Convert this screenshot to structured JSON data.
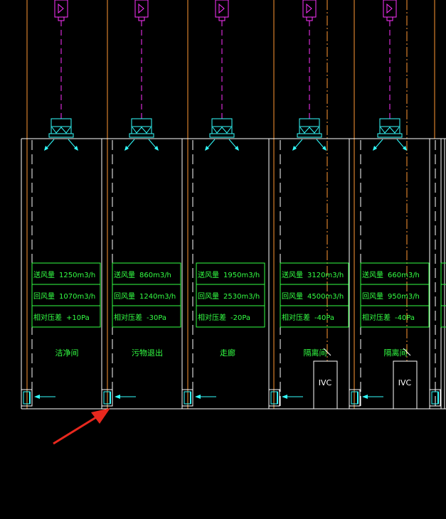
{
  "colors": {
    "background": "#000000",
    "wall": "#ffffff",
    "supply_duct": "#ff33ff",
    "pipe": "#ff9933",
    "diffuser": "#33ffff",
    "text": "#33ff44",
    "arrow": "#e8281e"
  },
  "row_labels": {
    "supply": "送风量",
    "return": "回风量",
    "pressure": "相对压差"
  },
  "rooms": [
    {
      "id": "room-1",
      "name": "洁净间",
      "supply": "1250m3/h",
      "return": "1070m3/h",
      "pressure": "+10Pa",
      "ivc": ""
    },
    {
      "id": "room-2",
      "name": "污物退出",
      "supply": "860m3/h",
      "return": "1240m3/h",
      "pressure": "-30Pa",
      "ivc": ""
    },
    {
      "id": "room-3",
      "name": "走廊",
      "supply": "1950m3/h",
      "return": "2530m3/h",
      "pressure": "-20Pa",
      "ivc": ""
    },
    {
      "id": "room-4",
      "name": "隔离间",
      "supply": "3120m3/h",
      "return": "4500m3/h",
      "pressure": "-40Pa",
      "ivc": "IVC"
    },
    {
      "id": "room-5",
      "name": "隔离间",
      "supply": "660m3/h",
      "return": "950m3/h",
      "pressure": "-40Pa",
      "ivc": "IVC"
    }
  ],
  "annotation": {
    "pointer_icon": "red-arrow-icon"
  }
}
